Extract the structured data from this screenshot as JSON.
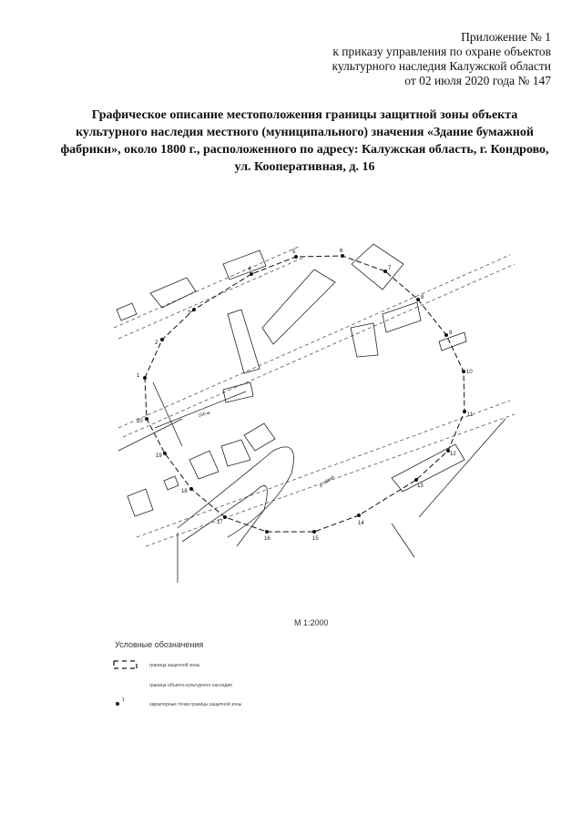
{
  "appendix": {
    "lines": [
      "Приложение № 1",
      "к приказу управления по охране объектов",
      "культурного наследия Калужской области",
      "от 02 июля 2020 года № 147"
    ]
  },
  "title": "Графическое описание местоположения границы защитной зоны объекта культурного наследия местного (муниципального) значения «Здание бумажной фабрики», около 1800 г., расположенного по адресу: Калужская область, г. Кондрово, ул. Кооперативная, д. 16",
  "map": {
    "river_label": "р. Шаня",
    "distance_label": "100 м",
    "points": [
      "1",
      "2",
      "3",
      "4",
      "5",
      "6",
      "7",
      "8",
      "9",
      "10",
      "11",
      "12",
      "13",
      "14",
      "15",
      "16",
      "17",
      "18",
      "19",
      "20"
    ]
  },
  "scale": "М 1:2000",
  "legend": {
    "title": "Условные обозначения",
    "items": [
      {
        "icon": "dashed-boundary-icon",
        "label": "граница защитной зоны"
      },
      {
        "icon": "",
        "label": "граница объекта культурного наследия"
      },
      {
        "icon": "point-icon",
        "marker": "1",
        "label": "характерные точки границы защитной зоны"
      }
    ]
  }
}
